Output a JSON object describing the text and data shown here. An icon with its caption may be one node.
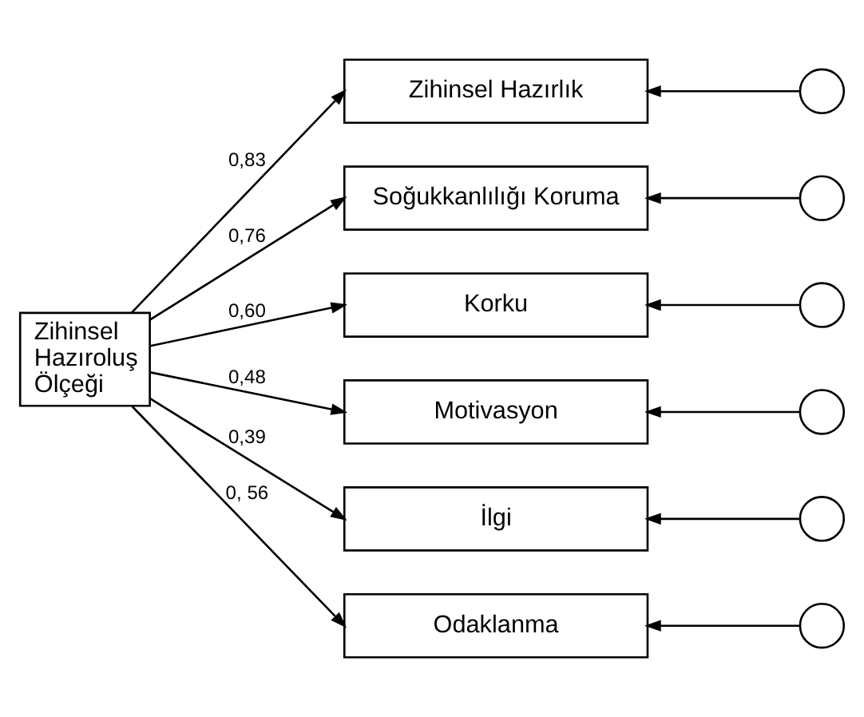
{
  "diagram": {
    "nodes": [
      {
        "text": [
          "Zihinsel Hazıroluş Ölçeği"
        ]
      },
      {
        "text": [
          "Zihinsel Hazırlık"
        ]
      },
      {
        "text": [
          "Soğukkanlılığı Koruma"
        ]
      },
      {
        "text": [
          "Korku"
        ]
      },
      {
        "text": [
          "Motivasyon"
        ]
      },
      {
        "text": [
          "İlgi"
        ]
      },
      {
        "text": [
          "Odaklanma"
        ]
      },
      {
        "text": [],
        "shape": "circle"
      },
      {
        "text": [],
        "shape": "circle"
      },
      {
        "text": [],
        "shape": "circle"
      },
      {
        "text": [],
        "shape": "circle"
      },
      {
        "text": [],
        "shape": "circle"
      },
      {
        "text": [],
        "shape": "circle"
      }
    ],
    "edges": [
      {
        "from": 0,
        "to": 1,
        "arrow": "to",
        "label": "0,83"
      },
      {
        "from": 0,
        "to": 2,
        "arrow": "to",
        "label": "0,76"
      },
      {
        "from": 0,
        "to": 3,
        "arrow": "to",
        "label": "0,60"
      },
      {
        "from": 0,
        "to": 4,
        "arrow": "to",
        "label": "0,48"
      },
      {
        "from": 0,
        "to": 5,
        "arrow": "to",
        "label": "0,39"
      },
      {
        "from": 0,
        "to": 6,
        "arrow": "to",
        "label": "0, 56"
      },
      {
        "from": 7,
        "to": 1,
        "arrow": "to"
      },
      {
        "from": 8,
        "to": 2,
        "arrow": "to"
      },
      {
        "from": 9,
        "to": 3,
        "arrow": "to"
      },
      {
        "from": 10,
        "to": 4,
        "arrow": "to"
      },
      {
        "from": 11,
        "to": 5,
        "arrow": "to"
      },
      {
        "from": 12,
        "to": 6,
        "arrow": "to"
      }
    ]
  }
}
